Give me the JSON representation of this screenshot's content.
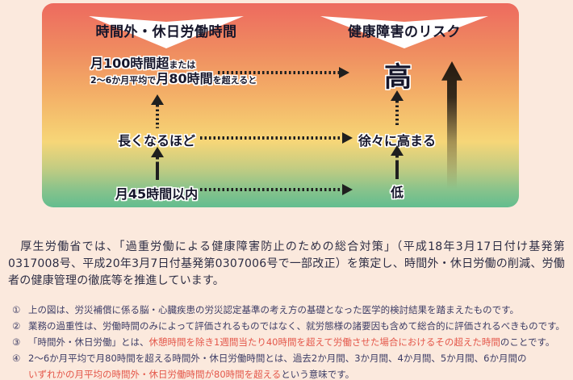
{
  "colors": {
    "page_bg": "#fbe9dd",
    "panel_gradient_top": "#ed6a5f",
    "panel_gradient_middle": "#f5c66f",
    "panel_gradient_bottom": "#63bd8f",
    "diagram_text": "#16162b",
    "body_text": "#2d2d44",
    "note_text": "#3d3d66",
    "highlight_red": "#e4574a",
    "arrow_black": "#1f1f1f",
    "banner_white": "#ffffff"
  },
  "diagram": {
    "left_header": "時間外・休日労働時間",
    "right_header": "健康障害のリスク",
    "top": {
      "bold1": "月100時間超",
      "small1": "または",
      "small2": "2〜6か月平均で",
      "bold2": "月80時間",
      "small3": "を超えると",
      "risk": "高"
    },
    "middle": {
      "hours": "長くなるほど",
      "risk": "徐々に高まる"
    },
    "bottom": {
      "hours": "月45時間以内",
      "risk": "低"
    }
  },
  "paragraph": "　厚生労働省では、「過重労働による健康障害防止のための総合対策」（平成18年3月17日付け基発第0317008号、平成20年3月7日付基発第0307006号で一部改正）を策定し、時間外・休日労働の削減、労働者の健康管理の徹底等を推進しています。",
  "notes": [
    {
      "marker": "①",
      "segments": [
        {
          "text": "上の図は、労災補償に係る脳・心臓疾患の労災認定基準の考え方の基礎となった医学的検討結果を踏まえたものです。",
          "red": false
        }
      ]
    },
    {
      "marker": "②",
      "segments": [
        {
          "text": "業務の過重性は、労働時間のみによって評価されるものではなく、就労態様の諸要因も含めて総合的に評価されるべきものです。",
          "red": false
        }
      ]
    },
    {
      "marker": "③",
      "segments": [
        {
          "text": "「時間外・休日労働」とは、",
          "red": false
        },
        {
          "text": "休憩時間を除き1週間当たり40時間を超えて労働させた場合におけるその超えた時間",
          "red": true
        },
        {
          "text": "のことです。",
          "red": false
        }
      ]
    },
    {
      "marker": "④",
      "segments": [
        {
          "text": "2〜6か月平均で月80時間を超える時間外・休日労働時間とは、過去2か月間、3か月間、4か月間、5か月間、6か月間の\n",
          "red": false
        },
        {
          "text": "いずれかの月平均の時間外・休日労働時間が80時間を超える",
          "red": true
        },
        {
          "text": "という意味です。",
          "red": false
        }
      ]
    }
  ]
}
